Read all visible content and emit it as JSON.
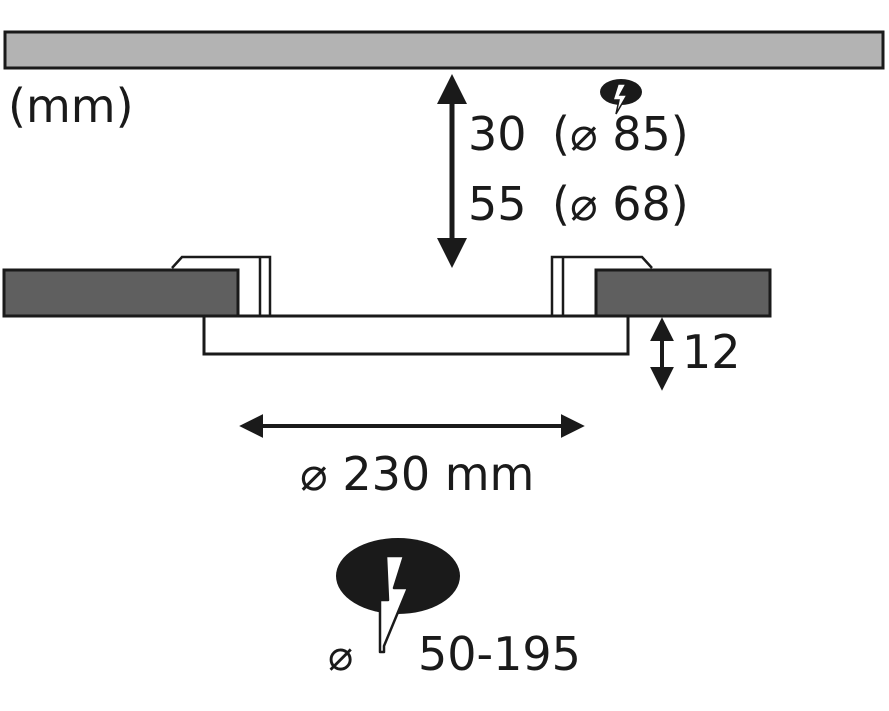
{
  "unit_label": "(mm)",
  "depth_options": [
    {
      "depth": "30",
      "cutout": "(⌀ 85)"
    },
    {
      "depth": "55",
      "cutout": "(⌀ 68)"
    }
  ],
  "panel_height": "12",
  "panel_diameter": "⌀ 230 mm",
  "cutout_range": {
    "symbol": "⌀",
    "value": "50-195"
  },
  "icons": [
    "drill-hole-icon",
    "drill-hole-icon-large"
  ],
  "colors": {
    "ceiling_fill": "#b3b3b3",
    "board_fill": "#5f5f5f",
    "stroke": "#1a1a1a",
    "icon_fill": "#1a1a1a"
  }
}
